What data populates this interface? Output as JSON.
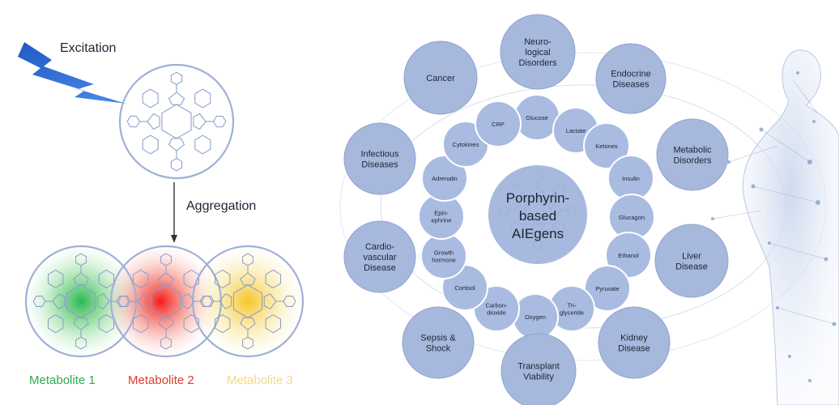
{
  "excitation_label": "Excitation",
  "aggregation_label": "Aggregation",
  "metabolites": [
    {
      "label": "Metabolite 1",
      "color": "#2fa84f",
      "glow": "#37c052"
    },
    {
      "label": "Metabolite 2",
      "color": "#e03a2e",
      "glow": "#f21d16"
    },
    {
      "label": "Metabolite 3",
      "color": "#f1d98a",
      "glow": "#f3c836"
    }
  ],
  "center_label": [
    "Porphyrin-",
    "based",
    "AIEgens"
  ],
  "diseases": [
    {
      "id": "neuro",
      "lines": [
        "Neuro-",
        "logical",
        "Disorders"
      ]
    },
    {
      "id": "endocrine",
      "lines": [
        "Endocrine",
        "Diseases"
      ]
    },
    {
      "id": "metabolic",
      "lines": [
        "Metabolic",
        "Disorders"
      ]
    },
    {
      "id": "liver",
      "lines": [
        "Liver",
        "Disease"
      ]
    },
    {
      "id": "kidney",
      "lines": [
        "Kidney",
        "Disease"
      ]
    },
    {
      "id": "transplant",
      "lines": [
        "Transplant",
        "Viability"
      ]
    },
    {
      "id": "sepsis",
      "lines": [
        "Sepsis &",
        "Shock"
      ]
    },
    {
      "id": "cardio",
      "lines": [
        "Cardio-",
        "vascular",
        "Disease"
      ]
    },
    {
      "id": "infectious",
      "lines": [
        "Infectious",
        "Diseases"
      ]
    },
    {
      "id": "cancer",
      "lines": [
        "Cancer"
      ]
    }
  ],
  "metabolite_nodes": [
    {
      "id": "glucose",
      "lines": [
        "Glucose"
      ]
    },
    {
      "id": "lactate",
      "lines": [
        "Lactate"
      ]
    },
    {
      "id": "ketones",
      "lines": [
        "Ketones"
      ]
    },
    {
      "id": "insulin",
      "lines": [
        "Insulin"
      ]
    },
    {
      "id": "glucagon",
      "lines": [
        "Glucagon"
      ]
    },
    {
      "id": "ethanol",
      "lines": [
        "Ethanol"
      ]
    },
    {
      "id": "pyruvate",
      "lines": [
        "Pyruvate"
      ]
    },
    {
      "id": "triglyceride",
      "lines": [
        "Tri-",
        "glyceride"
      ]
    },
    {
      "id": "oxygen",
      "lines": [
        "Oxygen"
      ]
    },
    {
      "id": "carbon-dioxide",
      "lines": [
        "Carbon-",
        "dioxide"
      ]
    },
    {
      "id": "cortisol",
      "lines": [
        "Cortisol"
      ]
    },
    {
      "id": "growth-hormone",
      "lines": [
        "Growth",
        "hormone"
      ]
    },
    {
      "id": "epinephrine",
      "lines": [
        "Epin-",
        "ephrine"
      ]
    },
    {
      "id": "adrenalin",
      "lines": [
        "Adrenalin"
      ]
    },
    {
      "id": "cytokines",
      "lines": [
        "Cytokines"
      ]
    },
    {
      "id": "crp",
      "lines": [
        "CRP"
      ]
    }
  ]
}
